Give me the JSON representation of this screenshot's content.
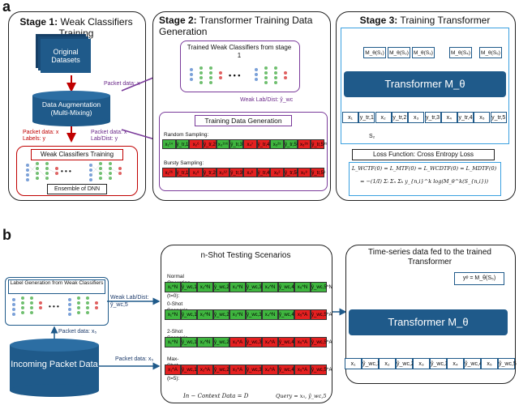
{
  "panel_a": {
    "letter": "a",
    "stage1": {
      "title_bold": "Stage 1:",
      "title_rest": " Weak Classifiers Training",
      "original_datasets": "Original Datasets",
      "data_augmentation": "Data Augmentation (Multi-Mixing)",
      "packet_data_x": "Packet data: x",
      "packet_data_x_labels": "Packet data: x",
      "labels_y": "Labels: y",
      "packet_data_x2": "Packet data: x",
      "lab_dist_y": "Lab/Dist: y",
      "weak_training": "Weak Classifiers Training",
      "ensemble": "Ensemble of DNN",
      "ellipsis": "• • •"
    },
    "stage2": {
      "title_bold": "Stage 2:",
      "title_rest": " Transformer Training Data Generation",
      "trained_weak": "Trained Weak Classifiers from stage 1",
      "weak_lab_dist": "Weak Lab/Dist: ŷ_wc",
      "training_gen": "Training Data Generation",
      "random_sampling": "Random Sampling:",
      "bursty_sampling": "Bursty Sampling:",
      "ellipsis": "• • •",
      "random_cells": [
        "x₁¹⁴",
        "ŷ_tr,1¹⁴",
        "x₂⁶",
        "ŷ_tr,2⁶",
        "x₃¹⁵⁶",
        "ŷ_tr,3¹⁵⁶",
        "x₄⁷",
        "ŷ_tr,4⁷",
        "x₅²⁵",
        "ŷ_tr,5²⁵",
        "x₅³⁵",
        "ŷ_tr,5³⁵"
      ],
      "bursty_cells": [
        "x₁²⁶",
        "ŷ_tr,1²⁶",
        "x₂⁸",
        "ŷ_tr,2⁸",
        "x₃¹²",
        "ŷ_tr,3¹²",
        "x₄⁶",
        "ŷ_tr,4⁶",
        "x₅²",
        "ŷ_tr,5²",
        "x₅⁸",
        "ŷ_tr,5⁸"
      ]
    },
    "stage3": {
      "title_bold": "Stage 3:",
      "title_rest": " Training Transformer",
      "outputs": [
        "M_θ(S₁)",
        "M_θ(S₂)",
        "M_θ(S₃)",
        "M_θ(S₄)",
        "M_θ(S₅)"
      ],
      "transformer": "Transformer M_θ",
      "inputs": [
        "x₁",
        "y_tr,1",
        "x₂",
        "y_tr,2",
        "x₃",
        "y_tr,3",
        "x₄",
        "y_tr,4",
        "x₅",
        "y_tr,5"
      ],
      "s2": "S₂",
      "loss_title": "Loss Function: Cross Entropy Loss",
      "loss_eq1": "L_WCTF(0) = L_MTF(0) = L_WCDTF(0) = L_MDTF(0)",
      "loss_eq2": "= −(1/I) Σᵢ Σₙ Σₖ y_{n,i}^k log(M_θ^k(S_{n,i}))"
    }
  },
  "panel_b": {
    "letter": "b",
    "left": {
      "label_gen": "Label Generation from Weak Classifiers",
      "weak_lab_dist": "Weak Lab/Dist:",
      "weak_lab_sym": "ŷ_wc,5",
      "packet_x5_top": "Packet data: x₅",
      "incoming": "Incoming Packet Data",
      "packet_x5_bottom": "Packet data: x₅",
      "ellipsis": "• • •"
    },
    "middle": {
      "title": "n-Shot Testing Scenarios",
      "scenarios": [
        {
          "label": "Normal Operating Scenario (t=0):",
          "cells": [
            "x₁^N",
            "ŷ_wc,1^N",
            "x₂^N",
            "ŷ_wc,2^N",
            "x₃^N",
            "ŷ_wc,3^N",
            "x₄^N",
            "ŷ_wc,4^N",
            "x₅^N",
            "ŷ_wc,5^N"
          ]
        },
        {
          "label": "0-Shot Scenario (t=1):",
          "cells": [
            "x₁^N",
            "ŷ_wc,1^N",
            "x₂^N",
            "ŷ_wc,2^N",
            "x₃^N",
            "ŷ_wc,3^N",
            "x₄^N",
            "ŷ_wc,4^N",
            "x₅^A",
            "ŷ_wc,5^A"
          ]
        },
        {
          "label": "2-Shot Scenario (t=3):",
          "cells": [
            "x₁^N",
            "ŷ_wc,1^N",
            "x₂^N",
            "ŷ_wc,2^N",
            "x₃^A",
            "ŷ_wc,3^A",
            "x₄^A",
            "ŷ_wc,4^A",
            "x₅^A",
            "ŷ_wc,5^A"
          ]
        },
        {
          "label": "Max-Shot Scenario (t=5):",
          "cells": [
            "x₁^A",
            "ŷ_wc,1^A",
            "x₂^A",
            "ŷ_wc,2^A",
            "x₃^A",
            "ŷ_wc,3^A",
            "x₄^A",
            "ŷ_wc,4^A",
            "x₅^A",
            "ŷ_wc,5^A"
          ]
        }
      ],
      "in_context": "In − Context Data = D",
      "query": "Query = x₅, ŷ_wc,5"
    },
    "right": {
      "title": "Time-series data fed to the trained Transformer",
      "output": "yᵠ = M_θ(S₅)",
      "transformer": "Transformer M_θ",
      "inputs": [
        "x₁",
        "ŷ_wc,1",
        "x₂",
        "ŷ_wc,2",
        "x₃",
        "ŷ_wc,3",
        "x₄",
        "ŷ_wc,4",
        "x₅",
        "ŷ_wc,5"
      ]
    }
  }
}
